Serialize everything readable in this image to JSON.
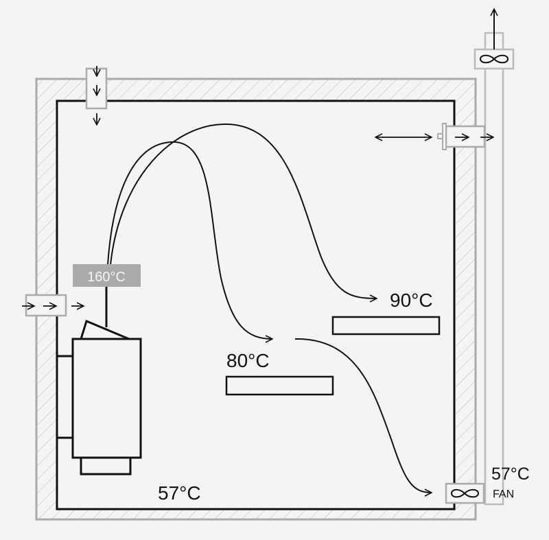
{
  "labels": {
    "heater_temp": "160°C",
    "upper_bench_temp": "90°C",
    "lower_bench_temp": "80°C",
    "floor_temp": "57°C",
    "exhaust_temp": "57°C",
    "fan": "FAN"
  },
  "colors": {
    "background": "#f4f4f4",
    "wall": "#aaaaaa",
    "line": "#111111",
    "heater_label_bg": "#aaaaaa"
  }
}
